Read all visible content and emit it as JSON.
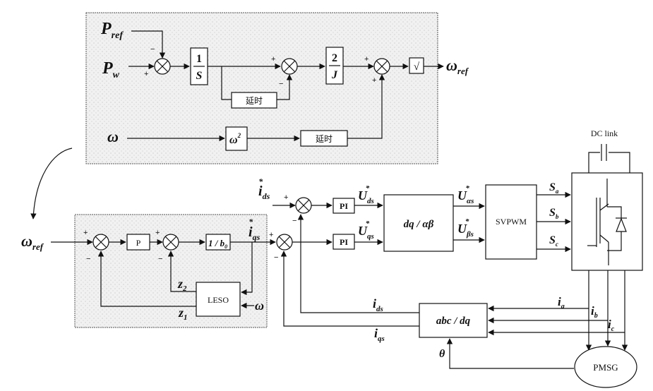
{
  "top_panel": {
    "inputs": {
      "p_ref": "P",
      "p_ref_sub": "ref",
      "p_w": "P",
      "p_w_sub": "w",
      "omega": "ω"
    },
    "integrator": {
      "num": "1",
      "den": "S"
    },
    "gain": {
      "num": "2",
      "den": "J"
    },
    "delay1": "延时",
    "delay2": "延时",
    "square": "ω",
    "square_sup": "2",
    "sqrt": "√",
    "output": "ω",
    "output_sub": "ref",
    "signs": {
      "s1_top": "−",
      "s1_left": "+",
      "s2_left": "+",
      "s2_bottom": "−",
      "s3_left": "+",
      "s3_bottom": "+"
    }
  },
  "speed_loop": {
    "input": "ω",
    "input_sub": "ref",
    "p_block": "P",
    "inv_b0": "1 / b",
    "inv_b0_sub": "0",
    "leso": "LESO",
    "z1": "z",
    "z1_sub": "1",
    "z2": "z",
    "z2_sub": "2",
    "omega_in": "ω",
    "iqs_ref": "i",
    "iqs_ref_sub": "qs",
    "iqs_ref_sup": "*",
    "signs": {
      "s1_left": "+",
      "s1_bottom": "−",
      "s2_left": "+",
      "s2_bottom": "−"
    }
  },
  "current_loop": {
    "ids_ref": "i",
    "ids_ref_sub": "ds",
    "ids_ref_sup": "*",
    "pi_d": "PI",
    "pi_q": "PI",
    "uds": "U",
    "uds_sub": "ds",
    "uqs": "U",
    "uqs_sub": "qs",
    "ualpha": "U",
    "ualpha_sub": "αs",
    "ubeta": "U",
    "ubeta_sub": "βs",
    "star": "*",
    "dq_ab": "dq / αβ",
    "svpwm": "SVPWM",
    "sa": "S",
    "sa_sub": "a",
    "sb": "S",
    "sb_sub": "b",
    "sc": "S",
    "sc_sub": "c",
    "dc_link": "DC link",
    "abc_dq": "abc / dq",
    "ids": "i",
    "ids_sub": "ds",
    "iqs": "i",
    "iqs_sub": "qs",
    "ia": "i",
    "ia_sub": "a",
    "ib": "i",
    "ib_sub": "b",
    "ic": "i",
    "ic_sub": "c",
    "theta": "θ",
    "pmsg": "PMSG",
    "signs": {
      "d_left": "+",
      "d_bottom": "−",
      "q_left": "+",
      "q_bottom": "−"
    }
  }
}
